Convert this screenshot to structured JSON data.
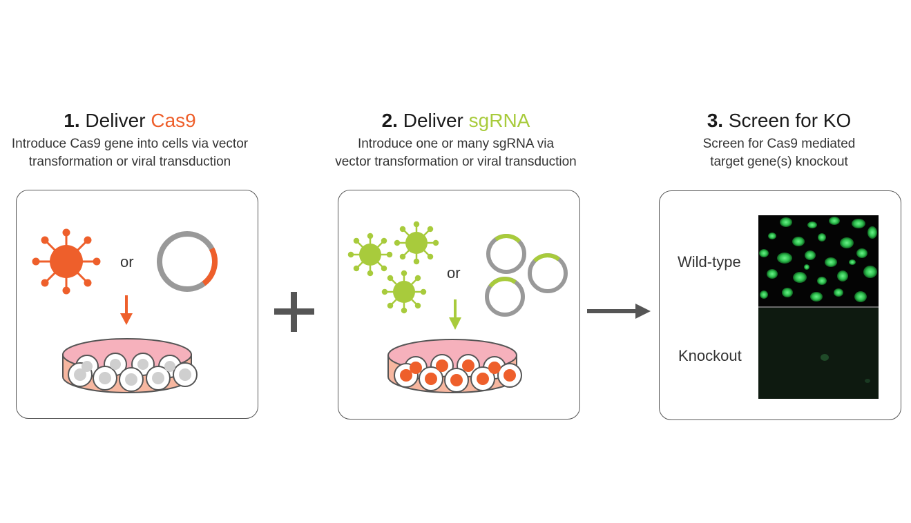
{
  "colors": {
    "cas9": "#EE5F2B",
    "sgrna": "#A8CB3C",
    "outline": "#555555",
    "plasmid": "#999999",
    "fluorescence": "#2EBF4E"
  },
  "steps": [
    {
      "num": "1.",
      "verb": "Deliver",
      "highlight": "Cas9",
      "desc_line1": "Introduce Cas9 gene into cells via vector",
      "desc_line2": "transformation or viral transduction",
      "or_label": "or"
    },
    {
      "num": "2.",
      "verb": "Deliver",
      "highlight": "sgRNA",
      "desc_line1": "Introduce one or many sgRNA via",
      "desc_line2": "vector transformation or viral transduction",
      "or_label": "or"
    },
    {
      "num": "3.",
      "verb": "Screen for KO",
      "highlight": "",
      "desc_line1": "Screen for Cas9 mediated",
      "desc_line2": "target gene(s) knockout",
      "wild_type_label": "Wild-type",
      "knockout_label": "Knockout"
    }
  ],
  "icons": {
    "plus": "plus-icon",
    "arrow": "right-arrow-icon",
    "virus": "virus-icon",
    "plasmid": "plasmid-icon",
    "dish": "petri-dish-icon"
  }
}
